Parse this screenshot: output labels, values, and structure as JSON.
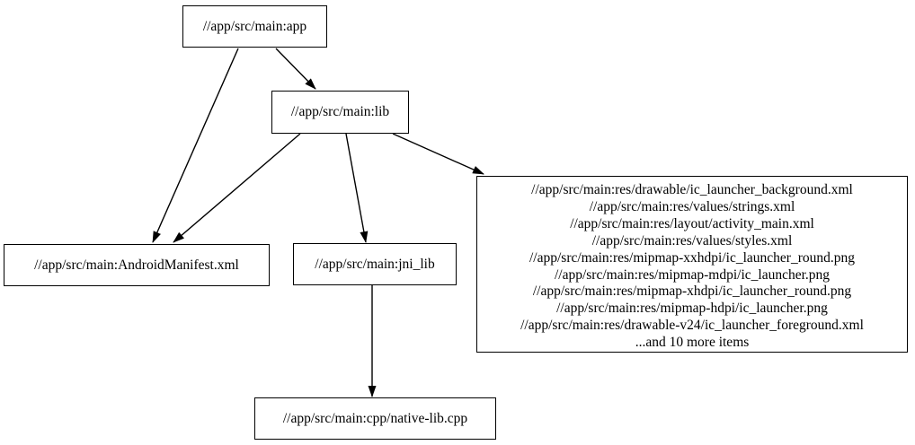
{
  "graph": {
    "background_color": "#ffffff",
    "node_fill_color": "#ffffff",
    "node_border_color": "#000000",
    "edge_color": "#000000",
    "text_color": "#000000",
    "nodes": {
      "app": {
        "label": "//app/src/main:app"
      },
      "lib": {
        "label": "//app/src/main:lib"
      },
      "android_manifest": {
        "label": "//app/src/main:AndroidManifest.xml"
      },
      "jni_lib": {
        "label": "//app/src/main:jni_lib"
      },
      "res_group": {
        "lines": [
          "//app/src/main:res/drawable/ic_launcher_background.xml",
          "//app/src/main:res/values/strings.xml",
          "//app/src/main:res/layout/activity_main.xml",
          "//app/src/main:res/values/styles.xml",
          "//app/src/main:res/mipmap-xxhdpi/ic_launcher_round.png",
          "//app/src/main:res/mipmap-mdpi/ic_launcher.png",
          "//app/src/main:res/mipmap-xhdpi/ic_launcher_round.png",
          "//app/src/main:res/mipmap-hdpi/ic_launcher.png",
          "//app/src/main:res/drawable-v24/ic_launcher_foreground.xml",
          "...and 10 more items"
        ]
      },
      "native_lib_cpp": {
        "label": "//app/src/main:cpp/native-lib.cpp"
      }
    },
    "edges": [
      {
        "from": "app",
        "to": "android_manifest"
      },
      {
        "from": "app",
        "to": "lib"
      },
      {
        "from": "lib",
        "to": "android_manifest"
      },
      {
        "from": "lib",
        "to": "jni_lib"
      },
      {
        "from": "lib",
        "to": "res_group"
      },
      {
        "from": "jni_lib",
        "to": "native_lib_cpp"
      }
    ]
  }
}
